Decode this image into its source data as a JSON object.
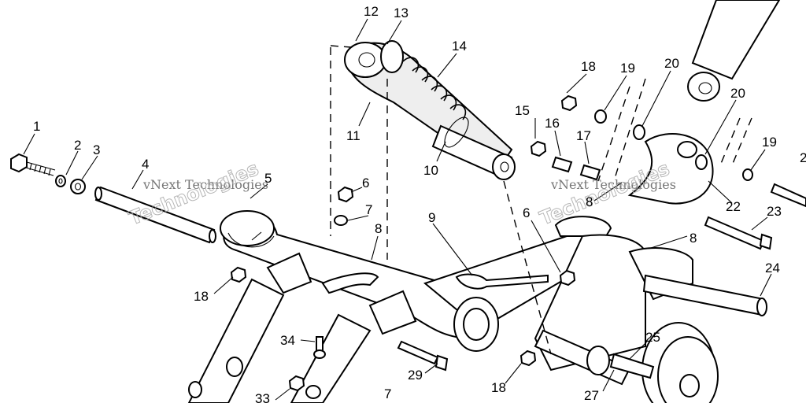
{
  "watermark": {
    "text": "vNext Technologies",
    "logo_text": "Technologies"
  },
  "labels": {
    "l1": "1",
    "l2": "2",
    "l3": "3",
    "l4": "4",
    "l5": "5",
    "l6a": "6",
    "l6b": "6",
    "l7a": "7",
    "l7b": "7",
    "l8a": "8",
    "l8b": "8",
    "l8c": "8",
    "l9": "9",
    "l10": "10",
    "l11": "11",
    "l12": "12",
    "l13": "13",
    "l14": "14",
    "l15": "15",
    "l16": "16",
    "l17": "17",
    "l18a": "18",
    "l18b": "18",
    "l18c": "18",
    "l19a": "19",
    "l19b": "19",
    "l20a": "20",
    "l20b": "20",
    "l22": "22",
    "l23": "23",
    "l24": "24",
    "l25": "25",
    "l27": "27",
    "l29": "29",
    "l33": "33",
    "l34": "34",
    "l2r": "2"
  }
}
